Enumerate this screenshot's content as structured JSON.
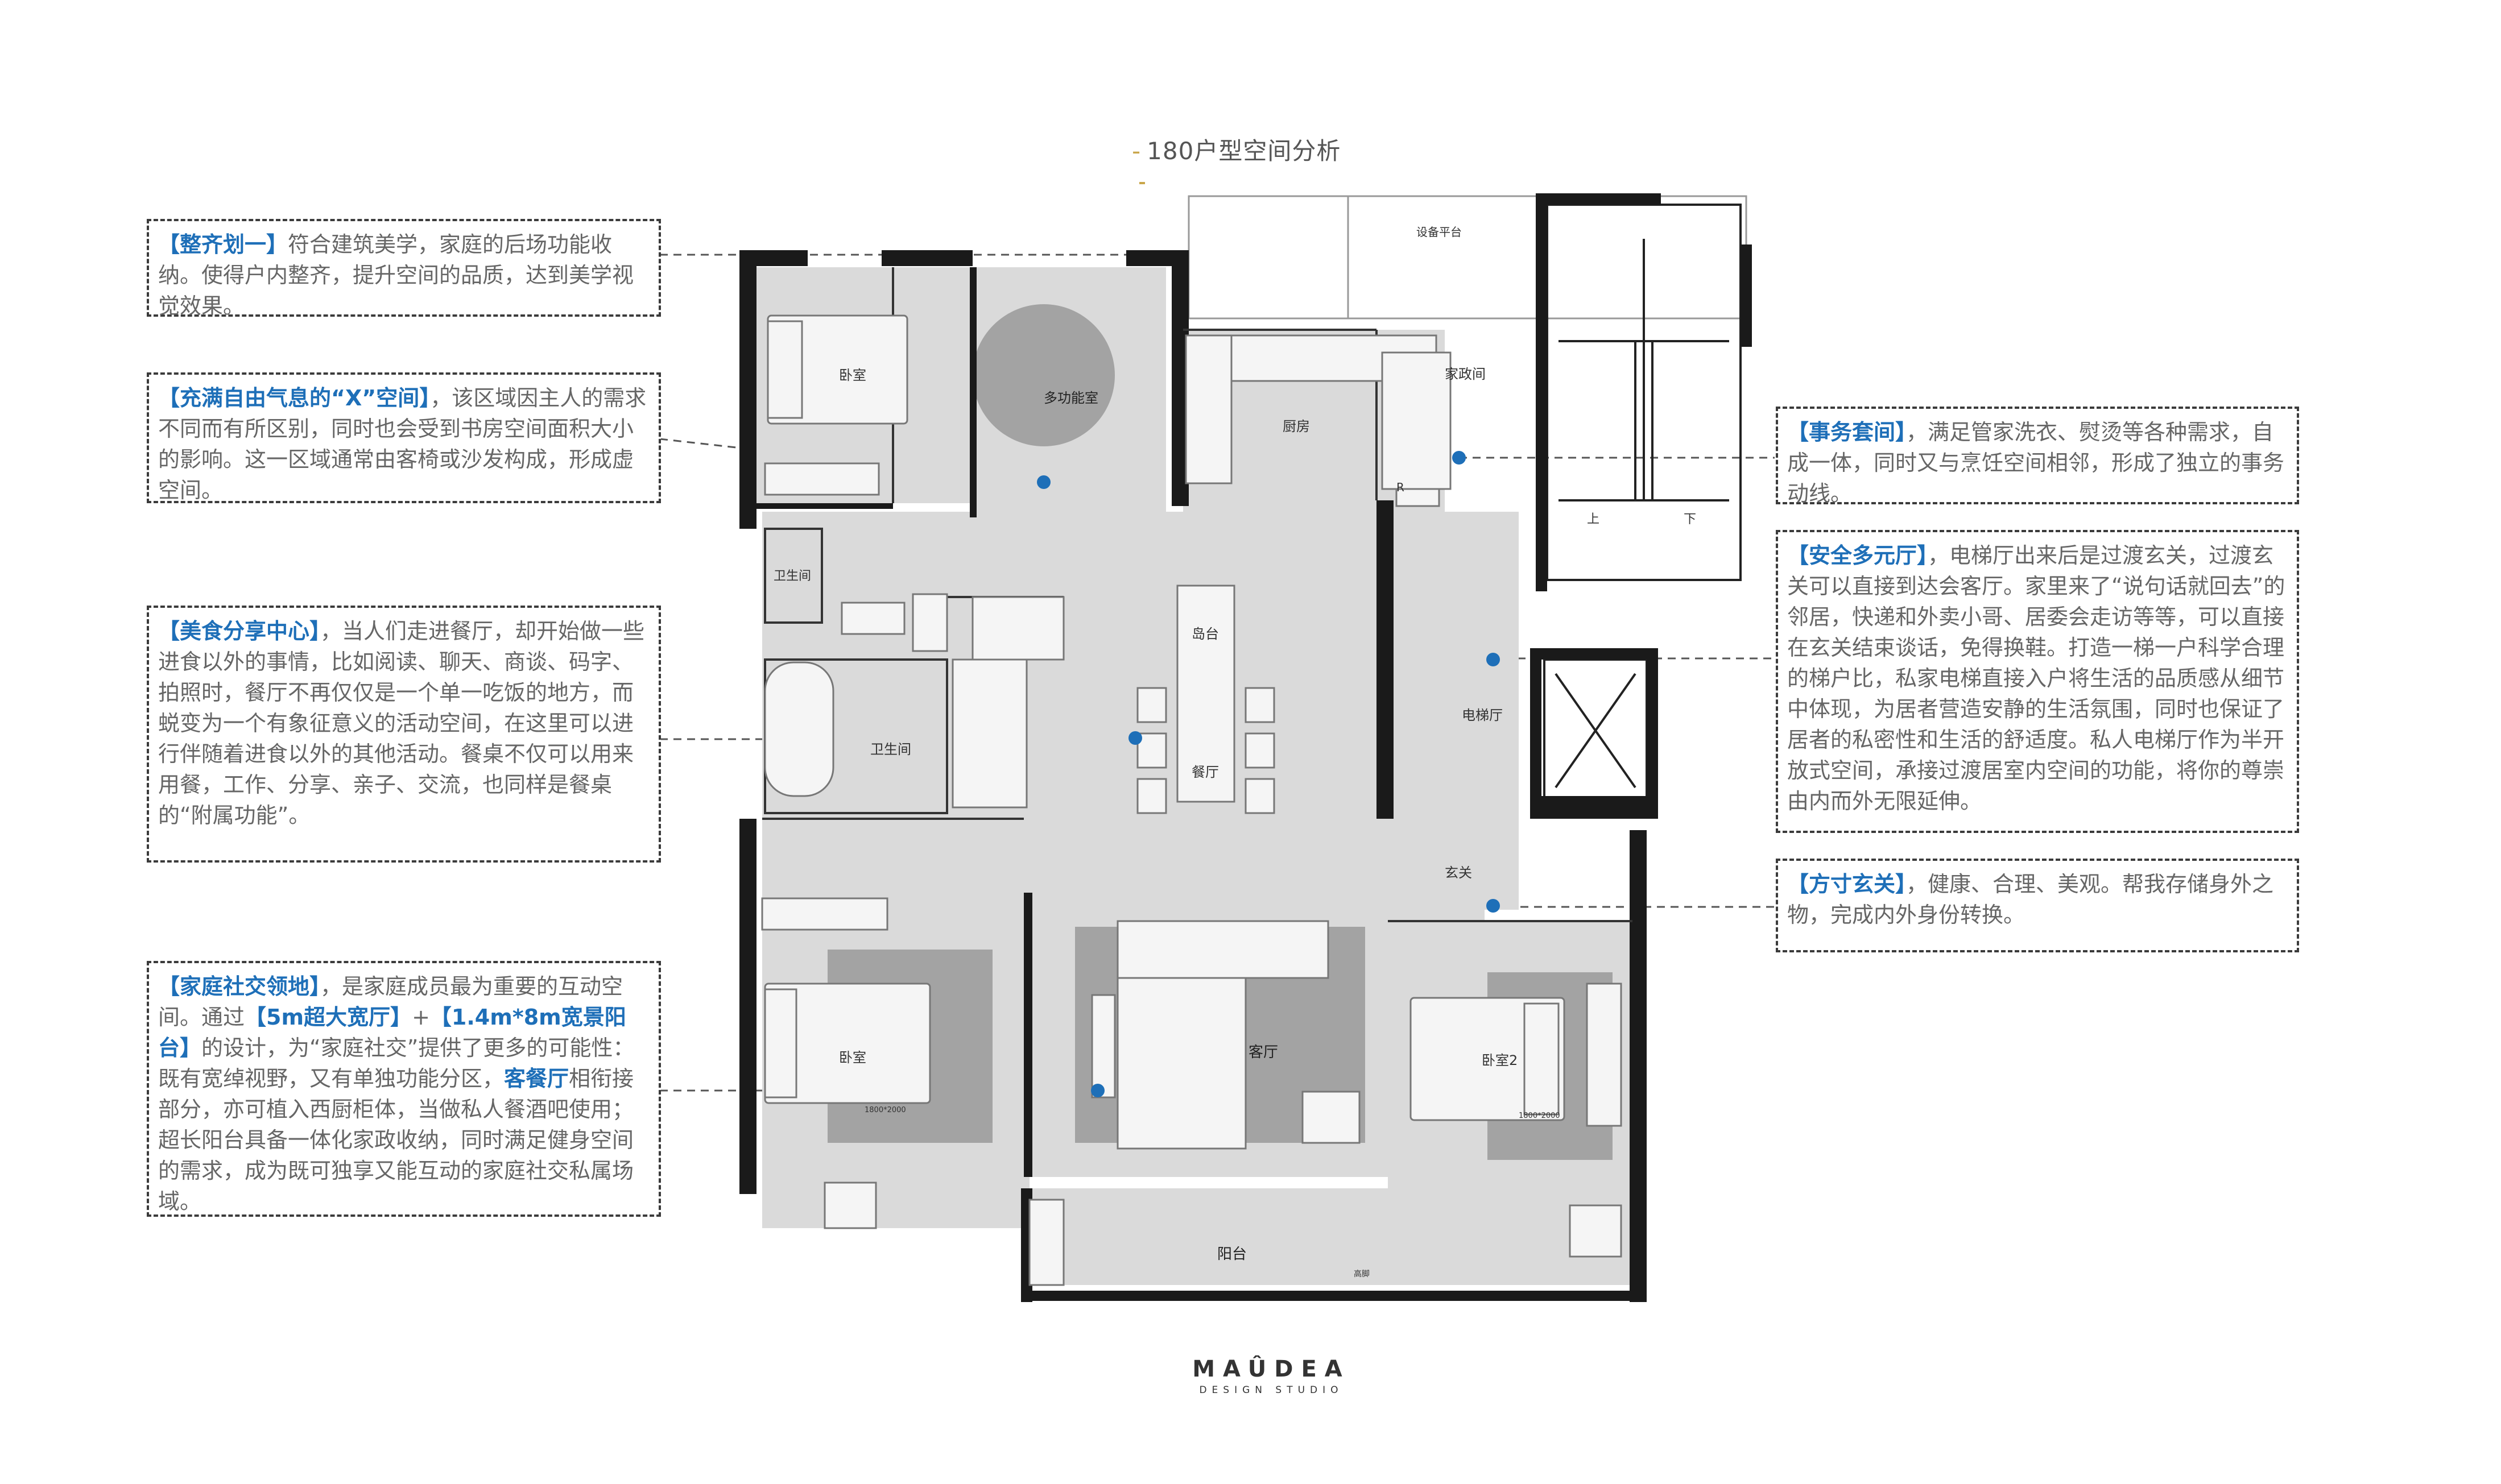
{
  "title": "180户型空间分析",
  "callouts": {
    "c1": {
      "head": "【整齐划一】",
      "body": "符合建筑美学，家庭的后场功能收纳。使得户内整齐，提升空间的品质，达到美学视觉效果。"
    },
    "c2": {
      "head": "【充满自由气息的“X”空间】",
      "body": "，该区域因主人的需求不同而有所区别，同时也会受到书房空间面积大小的影响。这一区域通常由客椅或沙发构成，形成虚空间。"
    },
    "c3": {
      "head": "【美食分享中心】",
      "body": "，当人们走进餐厅，却开始做一些进食以外的事情，比如阅读、聊天、商谈、码字、拍照时，餐厅不再仅仅是一个单一吃饭的地方，而蜕变为一个有象征意义的活动空间，在这里可以进行伴随着进食以外的其他活动。餐桌不仅可以用来用餐，工作、分享、亲子、交流，也同样是餐桌的“附属功能”。"
    },
    "c4": {
      "head": "【家庭社交领地】",
      "p1": "，是家庭成员最为重要的互动空间。通过",
      "e1": "【5m超大宽厅】",
      "p2": "+",
      "e2": "【1.4m*8m宽景阳台】",
      "p3": "的设计，为“家庭社交”提供了更多的可能性：既有宽绰视野，又有单独功能分区，",
      "e3": "客餐厅",
      "p4": "相衔接部分，亦可植入西厨柜体，当做私人餐酒吧使用；超长阳台具备一体化家政收纳，同时满足健身空间的需求，成为既可独享又能互动的家庭社交私属场域。"
    },
    "c5": {
      "head": "【事务套间】",
      "body": "，满足管家洗衣、熨烫等各种需求，自成一体，同时又与烹饪空间相邻，形成了独立的事务动线。"
    },
    "c6": {
      "head": "【安全多元厅】",
      "body": "，电梯厅出来后是过渡玄关，过渡玄关可以直接到达会客厅。家里来了“说句话就回去”的邻居，快递和外卖小哥、居委会走访等等，可以直接在玄关结束谈话，免得换鞋。打造一梯一户科学合理的梯户比，私家电梯直接入户将生活的品质感从细节中体现，为居者营造安静的生活氛围，同时也保证了居者的私密性和生活的舒适度。私人电梯厅作为半开放式空间，承接过渡居室内空间的功能，将你的尊崇由内而外无限延伸。"
    },
    "c7": {
      "head": "【方寸玄关】",
      "body": "，健康、合理、美观。帮我存储身外之物，完成内外身份转换。"
    }
  },
  "rooms": {
    "equipment": "设备平台",
    "bedroom_tl": "卧室",
    "multi": "多功能室",
    "kitchen": "厨房",
    "housekeeping": "家政间",
    "bath1": "卫生间",
    "bath2": "卫生间",
    "island": "岛台",
    "dining": "餐厅",
    "elevator_hall": "电梯厅",
    "foyer": "玄关",
    "living": "客厅",
    "bedroom_bl": "卧室",
    "bedroom2": "卧室2",
    "balcony": "阳台",
    "up": "上",
    "down": "下",
    "fridge": "R",
    "bed_size_1": "1800*2000",
    "bed_size_2": "1800*2000",
    "balcony_small": "高脚"
  },
  "logo": {
    "main": "MAÛDEA",
    "sub": "DESIGN STUDIO"
  },
  "colors": {
    "accent": "#1e6fb8",
    "gold": "#c9a64a",
    "wall": "#1a1a1a",
    "floor": "#d9d9d9",
    "rug": "#9a9a9a"
  }
}
